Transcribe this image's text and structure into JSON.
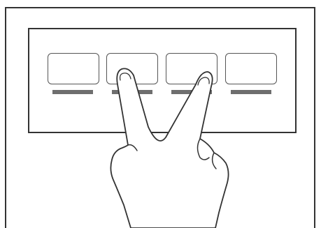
{
  "panel": {
    "keys": [
      "key-1",
      "key-2",
      "key-3",
      "key-4"
    ]
  },
  "gesture": {
    "icon": "two-finger-tap-hand-icon",
    "finger_count": 2
  },
  "colors": {
    "stroke": "#333333",
    "key_bar": "#6e6e6e",
    "background": "#ffffff"
  }
}
